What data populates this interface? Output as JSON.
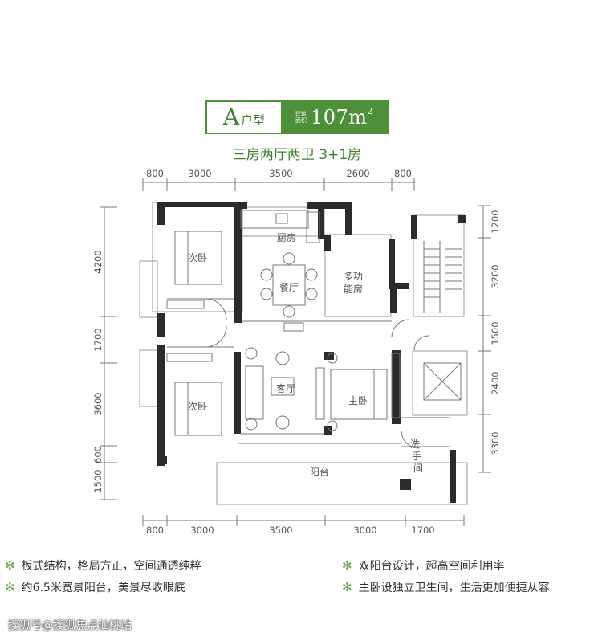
{
  "header": {
    "plan_letter": "A",
    "plan_type": "户型",
    "area_tag": "建筑面积",
    "area_value": "107m",
    "area_unit_sup": "2",
    "subtitle": "三房两厅两卫 3+1房"
  },
  "dimensions": {
    "top": [
      "800",
      "3000",
      "3500",
      "2600",
      "800"
    ],
    "bottom": [
      "800",
      "3000",
      "3500",
      "3000",
      "1700"
    ],
    "left": [
      "4200",
      "1700",
      "3600",
      "600",
      "1500"
    ],
    "right": [
      "1200",
      "3200",
      "1500",
      "2400",
      "3300"
    ]
  },
  "rooms": {
    "bedroom_top": "次卧",
    "bedroom_bottom": "次卧",
    "kitchen": "厨房",
    "dining": "餐厅",
    "multi": [
      "多功",
      "能房"
    ],
    "living": "客厅",
    "master": "主卧",
    "wash": [
      "洗",
      "手",
      "间"
    ],
    "balcony": "阳台"
  },
  "features": {
    "left": [
      "板式结构，格局方正，空间通透纯粹",
      "约6.5米宽景阳台，美景尽收眼底"
    ],
    "right": [
      "双阳台设计，超高空间利用率",
      "主卧设独立卫生间，生活更加便捷从容"
    ],
    "bullet": "✻"
  },
  "watermark": "搜狐号@搜狐焦点仙桃站",
  "colors": {
    "accent": "#4e8f3a",
    "wall": "#2b2b2b",
    "line": "#888888"
  }
}
